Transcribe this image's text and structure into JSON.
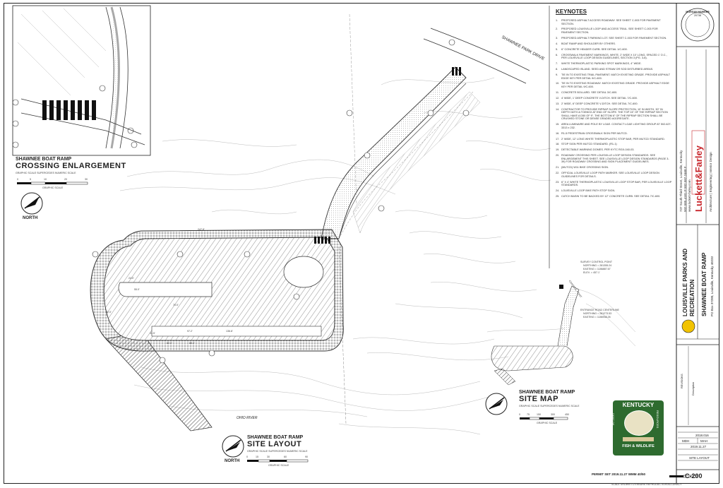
{
  "enlargement": {
    "project": "SHAWNEE BOAT RAMP",
    "title": "CROSSING ENLARGEMENT",
    "scale_note": "GRAPHIC SCALE SUPERCEDES NUMERIC SCALE",
    "scale_label": "GRAPHIC SCALE",
    "scale_ticks": [
      "0",
      "5",
      "10",
      "20",
      "30"
    ],
    "north": "NORTH"
  },
  "site_layout": {
    "project": "SHAWNEE BOAT RAMP",
    "title": "SITE LAYOUT",
    "scale_note": "GRAPHIC SCALE SUPERCEDES NUMERIC SCALE",
    "scale_label": "GRAPHIC SCALE",
    "scale_ticks": [
      "0",
      "15",
      "30",
      "60",
      "90"
    ],
    "north": "NORTH",
    "river_label": "OHIO RIVER",
    "road_label": "SHAWNEE PARK DRIVE"
  },
  "site_map": {
    "project": "SHAWNEE BOAT RAMP",
    "title": "SITE MAP",
    "scale_note": "GRAPHIC SCALE SUPERCEDES NUMERIC SCALE",
    "scale_label": "GRAPHIC SCALE",
    "scale_ticks": [
      "0",
      "75",
      "150",
      "300",
      "450"
    ],
    "survey_title": "SURVEY CONTROL POINT",
    "survey_northing": "NORTHING = 281355.24",
    "survey_easting": "EASTING = 1186887.67",
    "survey_elev": "ELEV. = 457.1'",
    "centerline_title": "ENTRANCE ROAD CENTERLINE",
    "centerline_northing": "NORTHING = 281273.53",
    "centerline_easting": "EASTING = 1186938.26",
    "control_label": "CONTROL POINT"
  },
  "keynotes": {
    "title": "KEYNOTES",
    "items": [
      "PROPOSED ASPHALT ACCESS ROADWAY. SEE SHEET C-003 FOR PAVEMENT SECTION.",
      "PROPOSED LOUISVILLE LOOP AND ACCESS TRAIL. SEE SHEET C-003 FOR PAVEMENT SECTION.",
      "PROPOSED ASPHALT PARKING LOT. SEE SHEET C-003 FOR PAVEMENT SECTION.",
      "BOAT RAMP AND SHOULDER BY OTHERS.",
      "6\" CONCRETE HEADER CURB. SEE DETAIL 1/C-600.",
      "CROSSWALK PAVEMENT MARKINGS, WHITE, 2' WIDE X 10' LONG, SPACED 1' O.C., PER LOUISVILLE LOOP DESIGN GUIDELINES, SECTION 3 (PG. 3-8).",
      "WHITE THERMOPLASTIC PARKING SPOT MARKINGS, 4\" WIDE.",
      "LANDSCAPED ISLAND. SEED AND STRAW OR SOD DISTURBED AREAS.",
      "TIE IN TO EXISTING TRAIL PAVEMENT. MATCH EXISTING GRADE. PROVIDE ASPHALT EDGE KEY PER DETAIL 9/C-600.",
      "TIE IN TO EXISTING ROADWAY. MATCH EXISTING GRADE. PROVIDE ASPHALT EDGE KEY PER DETAIL 9/C-600.",
      "CONCRETE BOLLARD. SEE DETAIL 3/C-600.",
      "4' WIDE, 1' DEEP CONCRETE V-DITCH. SEE DETAIL 7/C-600.",
      "2' WIDE, 6\" DEEP CONCRETE V-DITCH. SEE DETAIL 7/C-600.",
      "CONTRACTOR TO PROVIDE RIPRAP SLOPE PROTECTION, 10' IN WIDTH, 30\" IN DEPTH WITH A TOEBOX AT END OF SLOPE. THE TOP 24\" OF THE RIPRAP SECTION SHALL HAVE A D50 OF 9\". THE BOTTOM 6\" OF THE RIPRAP SECTION SHALL BE CRUSHED STONE OR DENSE GRADED AGGREGATE.",
      "AREA LUMINAIRE AND POLE BY LG&E. CONTACT LG&E LIGHTING GROUP AT 502-627-3313 x 232.",
      "R1-5 PEDESTRIAN CROSSWALK SIGN PER MUTCD.",
      "2' WIDE, 12' LONG WHITE THERMOPLASTIC STOP BAR, PER MUTCD STANDARD.",
      "STOP SIGN PER MUTCD STANDARD. (R1-1)",
      "DETECTABLE WARNING DOMES. PER KYTC RGX-040-03.",
      "ROADWAY CROSSING PER LOUISVILLE LOOP DESIGN STANDARDS. SEE ENLARGEMENT THIS SHEET. SEE LOUISVILLE LOOP DESIGN STANDARDS (PAGE 3-39) FOR ROADWAY CROSSING AND SIGN PLACEMENT GUIDELINES.",
      "(MUTCD) W11 BIKE CROSSING SIGN.",
      "OFFICIAL LOUISVILLE LOOP PATH MARKER. SEE LOUISVILLE LOOP DESIGN GUIDELINES FOR DETAILS.",
      "6\" X 4' WHITE THERMOPLASTIC LOUISVILLE LOOP STOP BAR, PER LOUISVILLE LOOP STANDARDS.",
      "LOUISVILLE LOOP BIKE PATH STOP SIGN.",
      "CATCH BASIN TO BE BACKED BY 12\" CONCRETE CURB. SEE DETAIL 7/C-600."
    ]
  },
  "title_block": {
    "seal_name": "MORGAN HAWKER",
    "seal_num": "20738",
    "firm_address": "737 South Third Street, Louisville, Kentucky",
    "firm_phone": "502.585.4181 P   502.587.2468 F",
    "firm_web": "www.luckett-farley.com",
    "firm_name": "Luckett&Farley",
    "firm_tagline": "Architecture | Engineering | Interior Design",
    "client_name": "LOUISVILLE PARKS AND RECREATION",
    "project_name": "SHAWNEE BOAT RAMP",
    "project_address": "PO Box 37280, Louisville, Kentucky 40233",
    "revisions_label": "REVISIONS",
    "revision_col": "Description",
    "project_no": "2018.016",
    "drawn_by": "MDH",
    "checked_by": "MAH",
    "date": "2019.11.27",
    "sheet_title": "SITE LAYOUT",
    "sheet_no": "C-200",
    "permit": "PERMIT SET 2019.11.27  WMM 40/50",
    "scale_warning": "SCALE SHOWN TO ENSURE REPRODUCTION ACCURACY",
    "kentucky": "KENTUCKY",
    "kdfwr_left": "DEPT OF",
    "kdfwr_right": "RESOURCES",
    "kdfwr_bottom": "FISH & WILDLIFE"
  },
  "dimensions": [
    "55.0'",
    "42.0'",
    "31.5'",
    "70.0'",
    "97.2'",
    "136.8'",
    "24.0'",
    "82.0'",
    "80.0'",
    "247.8'"
  ]
}
